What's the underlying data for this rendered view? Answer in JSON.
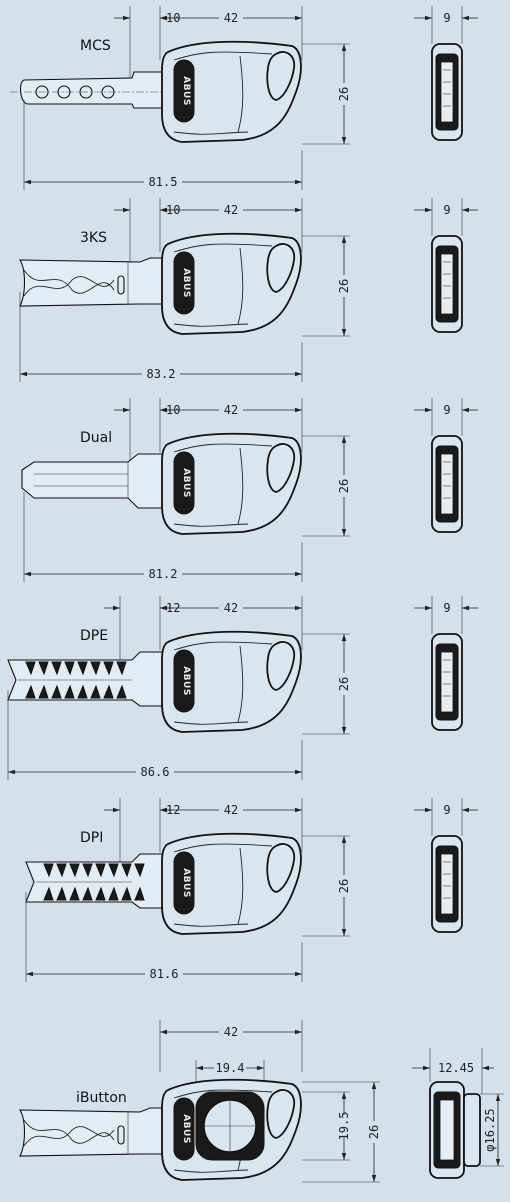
{
  "brand_text": "ABUS",
  "keys": [
    {
      "name": "MCS",
      "dim_bow_width": "42",
      "dim_blade_offset": "10",
      "dim_height": "26",
      "dim_total_length": "81.5",
      "dim_side_thickness": "9",
      "blade": "mcs"
    },
    {
      "name": "3KS",
      "dim_bow_width": "42",
      "dim_blade_offset": "10",
      "dim_height": "26",
      "dim_total_length": "83.2",
      "dim_side_thickness": "9",
      "blade": "wave"
    },
    {
      "name": "Dual",
      "dim_bow_width": "42",
      "dim_blade_offset": "10",
      "dim_height": "26",
      "dim_total_length": "81.2",
      "dim_side_thickness": "9",
      "blade": "dual"
    },
    {
      "name": "DPE",
      "dim_bow_width": "42",
      "dim_blade_offset": "12",
      "dim_height": "26",
      "dim_total_length": "86.6",
      "dim_side_thickness": "9",
      "blade": "dpe"
    },
    {
      "name": "DPI",
      "dim_bow_width": "42",
      "dim_blade_offset": "12",
      "dim_height": "26",
      "dim_total_length": "81.6",
      "dim_side_thickness": "9",
      "blade": "dpi"
    }
  ],
  "ibutton": {
    "name": "iButton",
    "dim_bow_width": "42",
    "dim_button_width": "19.4",
    "dim_button_height": "19.5",
    "dim_height": "26",
    "dim_side_thickness": "12.45",
    "dim_button_diameter": "φ16.25"
  }
}
